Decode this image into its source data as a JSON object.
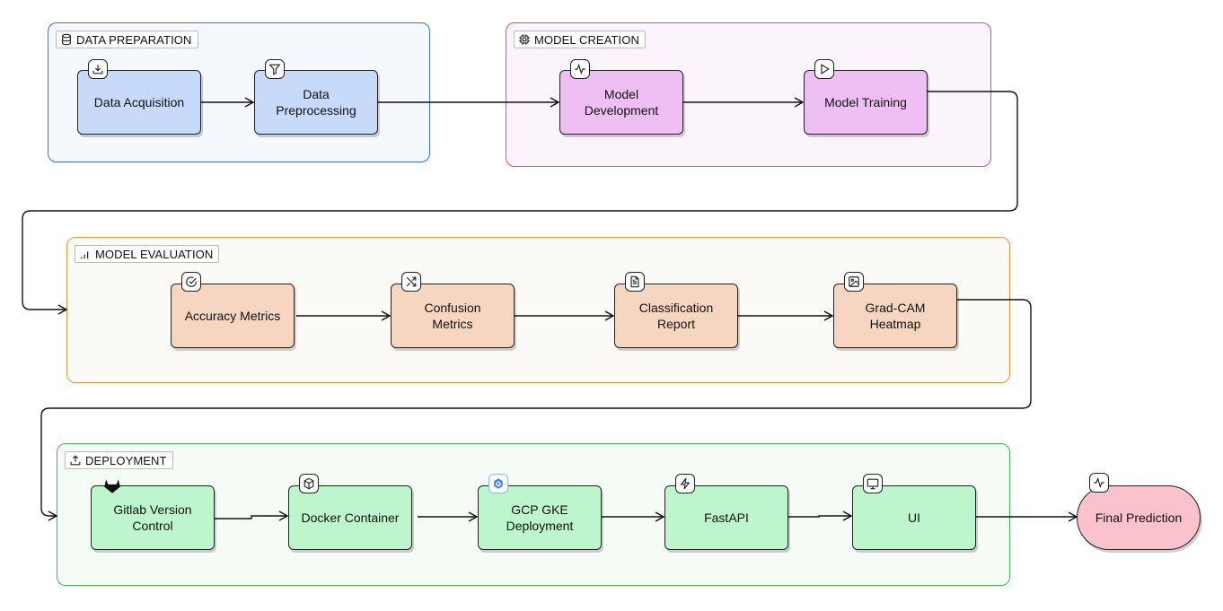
{
  "groups": {
    "data_prep": {
      "title": "DATA PREPARATION",
      "icon": "database-icon",
      "color": "#3b73c4",
      "fill": "#f5f8fd"
    },
    "model_creation": {
      "title": "MODEL CREATION",
      "icon": "cpu-chip-icon",
      "color": "#c24bd0",
      "fill": "#fcf4fd"
    },
    "model_evaluation": {
      "title": "MODEL EVALUATION",
      "icon": "bar-chart-icon",
      "color": "#d69a3c",
      "fill": "#fcfaf6"
    },
    "deployment": {
      "title": "DEPLOYMENT",
      "icon": "upload-icon",
      "color": "#4cb061",
      "fill": "#f4fcf5"
    }
  },
  "nodes": {
    "data_acquisition": {
      "label": "Data Acquisition",
      "icon": "download-icon"
    },
    "data_preprocessing": {
      "label": "Data\nPreprocessing",
      "icon": "filter-icon"
    },
    "model_development": {
      "label": "Model\nDevelopment",
      "icon": "activity-icon"
    },
    "model_training": {
      "label": "Model Training",
      "icon": "play-icon"
    },
    "accuracy_metrics": {
      "label": "Accuracy Metrics",
      "icon": "check-circle-icon"
    },
    "confusion_metrics": {
      "label": "Confusion\nMetrics",
      "icon": "shuffle-icon"
    },
    "classification_report": {
      "label": "Classification\nReport",
      "icon": "document-icon"
    },
    "grad_cam_heatmap": {
      "label": "Grad-CAM\nHeatmap",
      "icon": "image-icon"
    },
    "gitlab_version_control": {
      "label": "Gitlab Version\nControl",
      "icon": "gitlab-icon"
    },
    "docker_container": {
      "label": "Docker Container",
      "icon": "box-icon"
    },
    "gcp_gke_deployment": {
      "label": "GCP GKE\nDeployment",
      "icon": "gke-icon"
    },
    "fastapi": {
      "label": "FastAPI",
      "icon": "lightning-icon"
    },
    "ui": {
      "label": "UI",
      "icon": "monitor-icon"
    },
    "final_prediction": {
      "label": "Final Prediction",
      "icon": "activity-icon"
    }
  }
}
